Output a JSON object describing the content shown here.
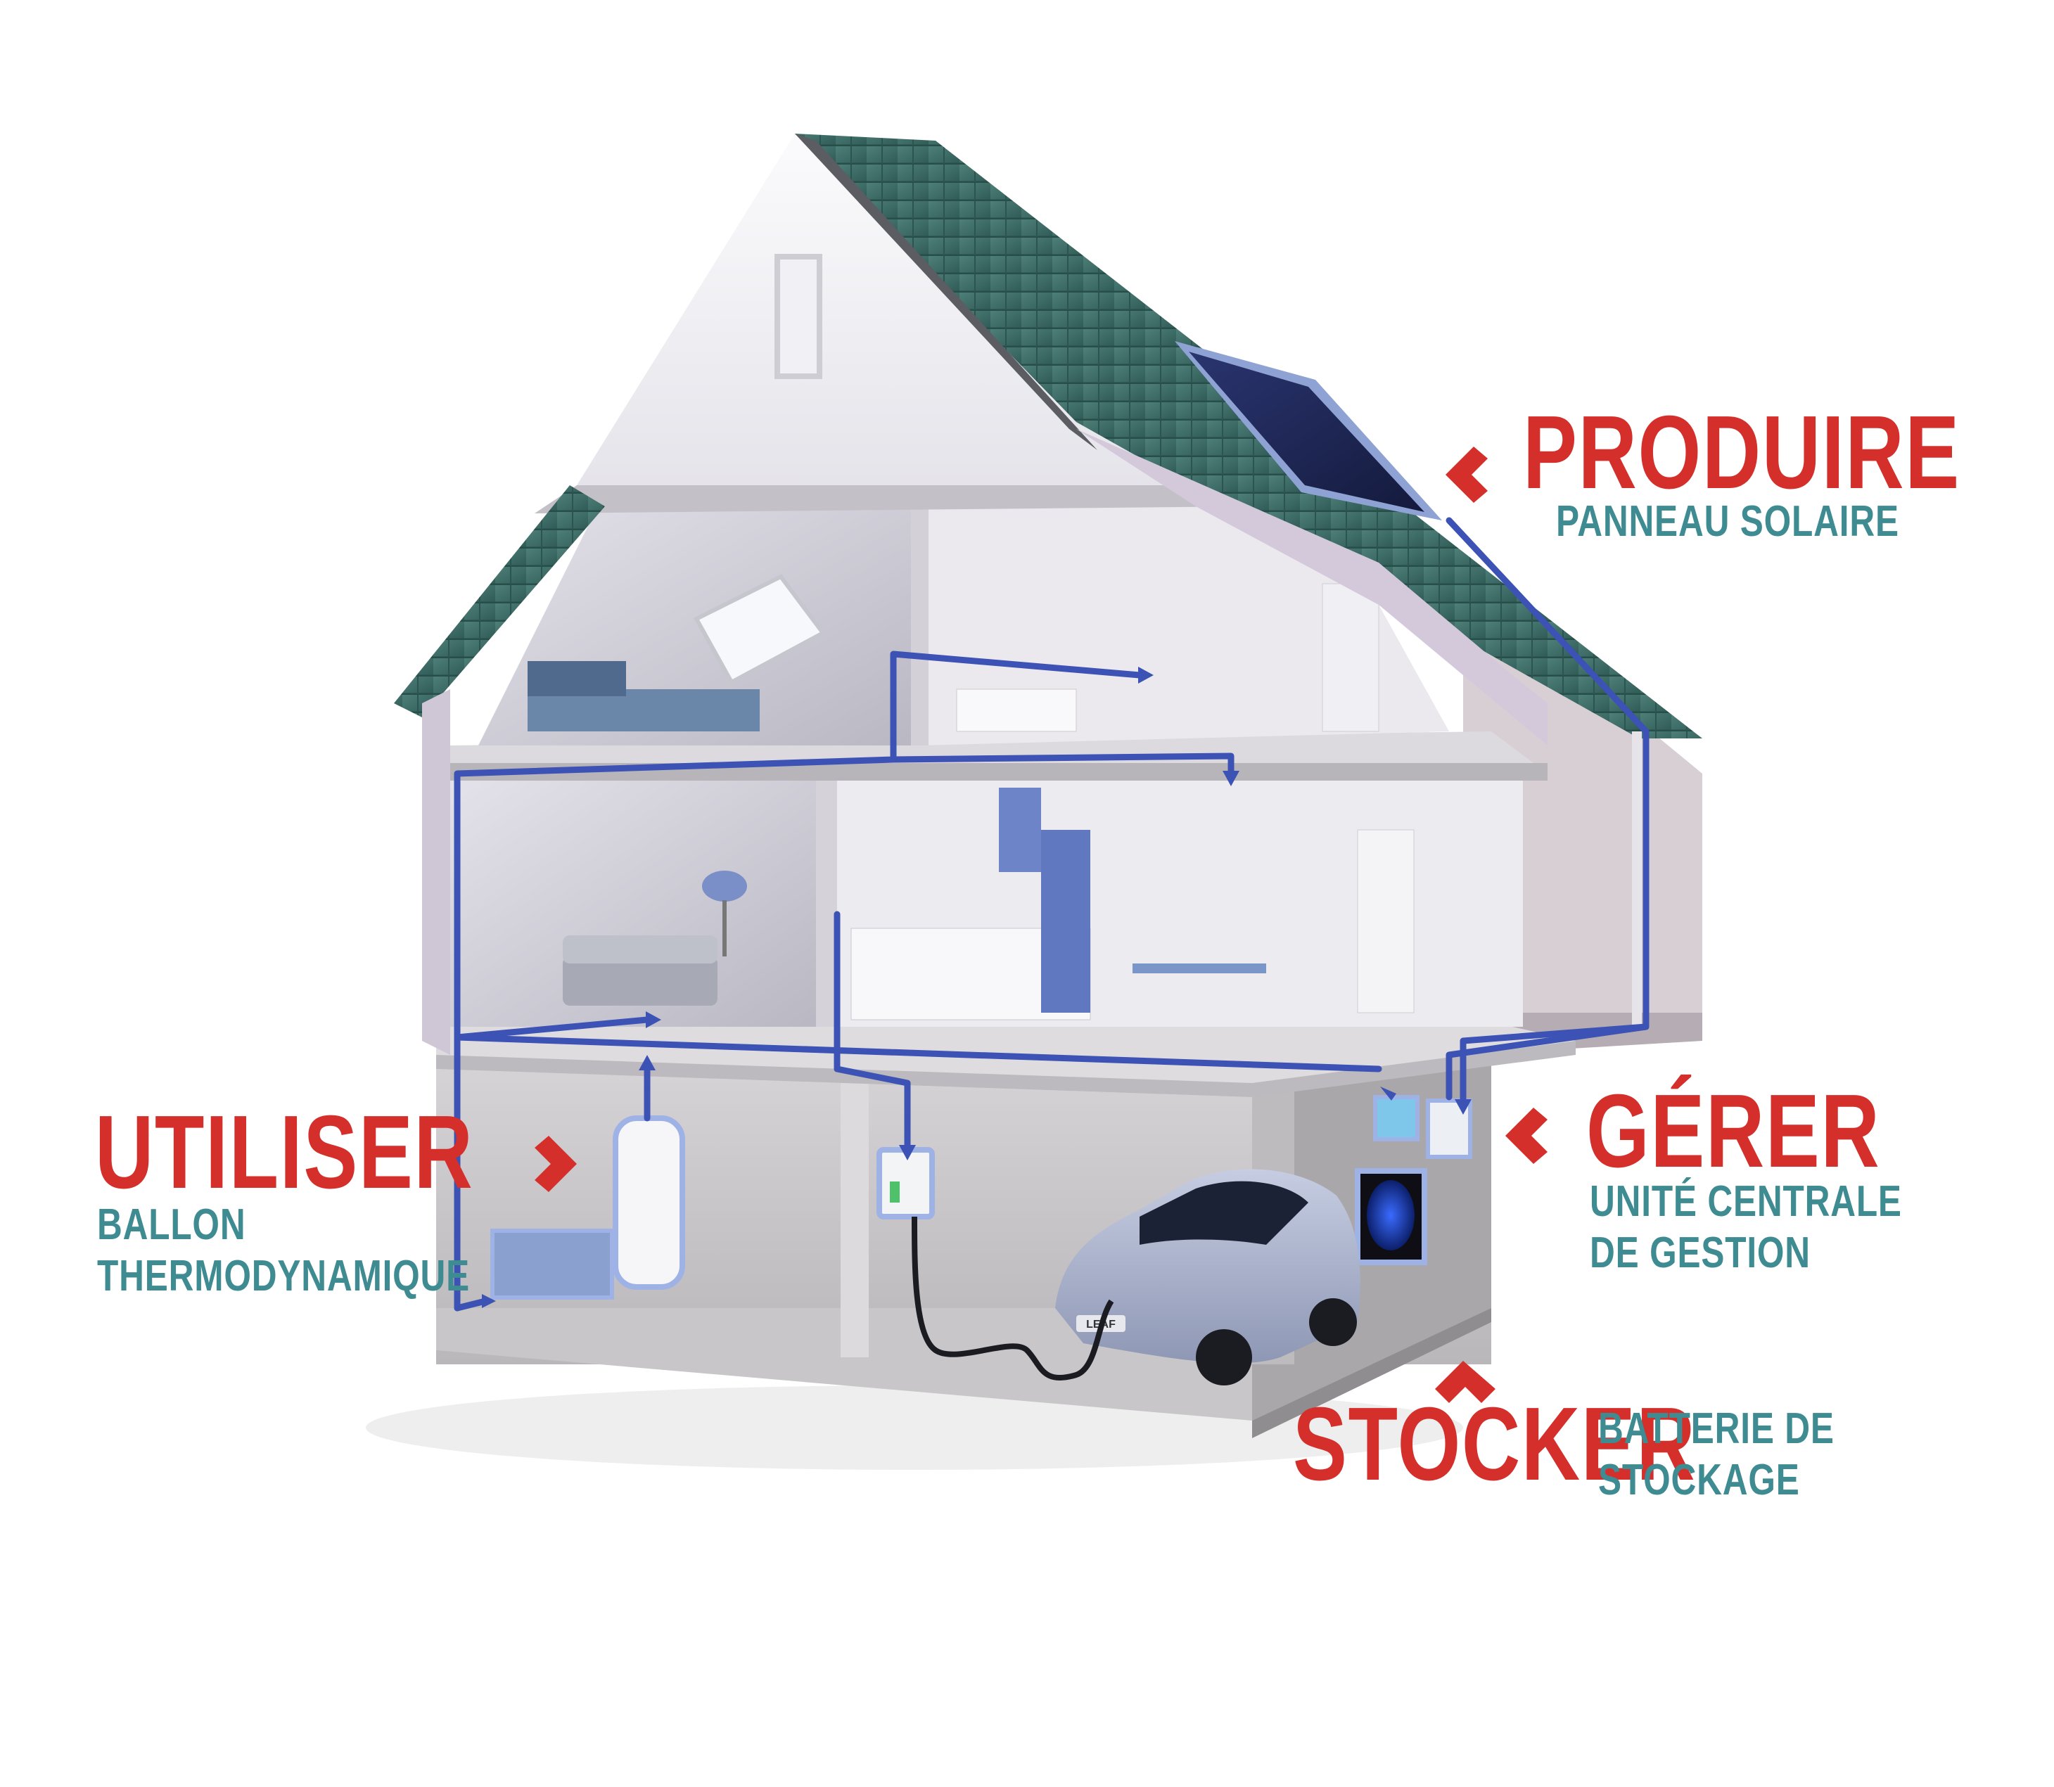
{
  "colors": {
    "title": "#d42f2b",
    "subtitle": "#3e8b92",
    "cable": "#3c52b4",
    "roof": "#3f6f6a",
    "solar_panel": "#1c2350"
  },
  "callouts": {
    "produire": {
      "title": "PRODUIRE",
      "subtitle_lines": [
        "PANNEAU SOLAIRE"
      ]
    },
    "utiliser": {
      "title": "UTILISER",
      "subtitle_lines": [
        "BALLON",
        "THERMODYNAMIQUE"
      ]
    },
    "gerer": {
      "title": "GÉRER",
      "subtitle_lines": [
        "UNITÉ CENTRALE",
        "DE GESTION"
      ]
    },
    "stocker": {
      "title": "STOCKER",
      "subtitle_lines": [
        "BATTERIE DE",
        "STOCKAGE"
      ]
    }
  },
  "car_plate": "LEAF",
  "icons": [
    "chevron-left-icon",
    "chevron-right-icon",
    "chevron-up-icon"
  ]
}
